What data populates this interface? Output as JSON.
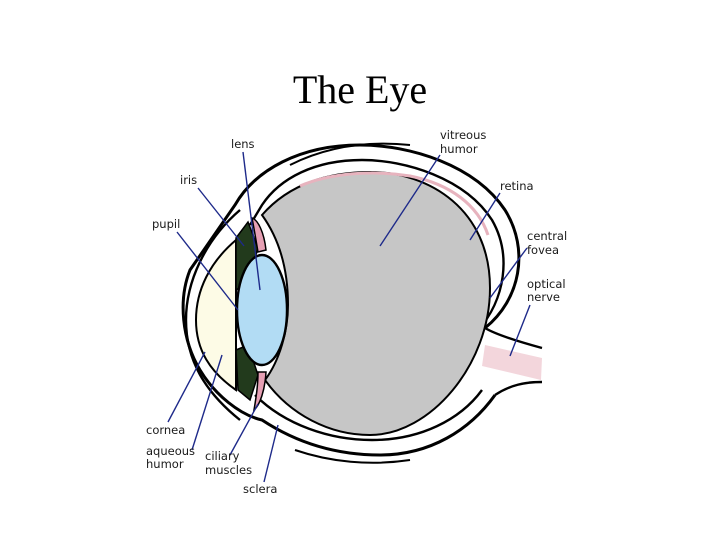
{
  "title": "The Eye",
  "labels": {
    "lens": "lens",
    "iris": "iris",
    "pupil": "pupil",
    "vitreous_1": "vitreous",
    "vitreous_2": "humor",
    "retina": "retina",
    "fovea_1": "central",
    "fovea_2": "fovea",
    "optic_1": "optical",
    "optic_2": "nerve",
    "cornea": "cornea",
    "aqueous_1": "aqueous",
    "aqueous_2": "humor",
    "ciliary_1": "ciliary",
    "ciliary_2": "muscles",
    "sclera": "sclera"
  },
  "colors": {
    "vitreous": "#c6c6c6",
    "lens": "#b2dcf4",
    "aqueous": "#fdfbe6",
    "iris": "#223a1c",
    "ciliary": "#e6a0b4",
    "retina": "#f3d6dc",
    "outline": "#000000",
    "leader": "#1e2a8a"
  }
}
